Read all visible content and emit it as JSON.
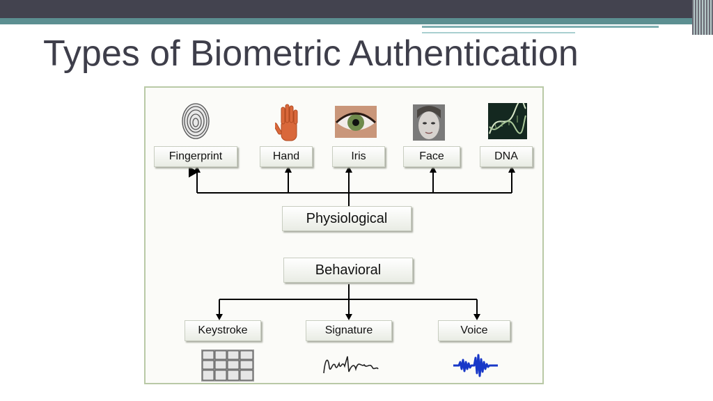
{
  "slide": {
    "title": "Types of Biometric Authentication"
  },
  "diagram": {
    "physiological": {
      "label": "Physiological",
      "children": [
        "Fingerprint",
        "Hand",
        "Iris",
        "Face",
        "DNA"
      ]
    },
    "behavioral": {
      "label": "Behavioral",
      "children": [
        "Keystroke",
        "Signature",
        "Voice"
      ]
    },
    "icons": [
      "fingerprint-image",
      "hand-image",
      "eye-image",
      "face-image",
      "dna-image",
      "keyboard-image",
      "signature-image",
      "waveform-image"
    ],
    "colors": {
      "frame": "#b9c9a6",
      "arrow": "#000000",
      "box_fill": "#eef0ea"
    }
  }
}
